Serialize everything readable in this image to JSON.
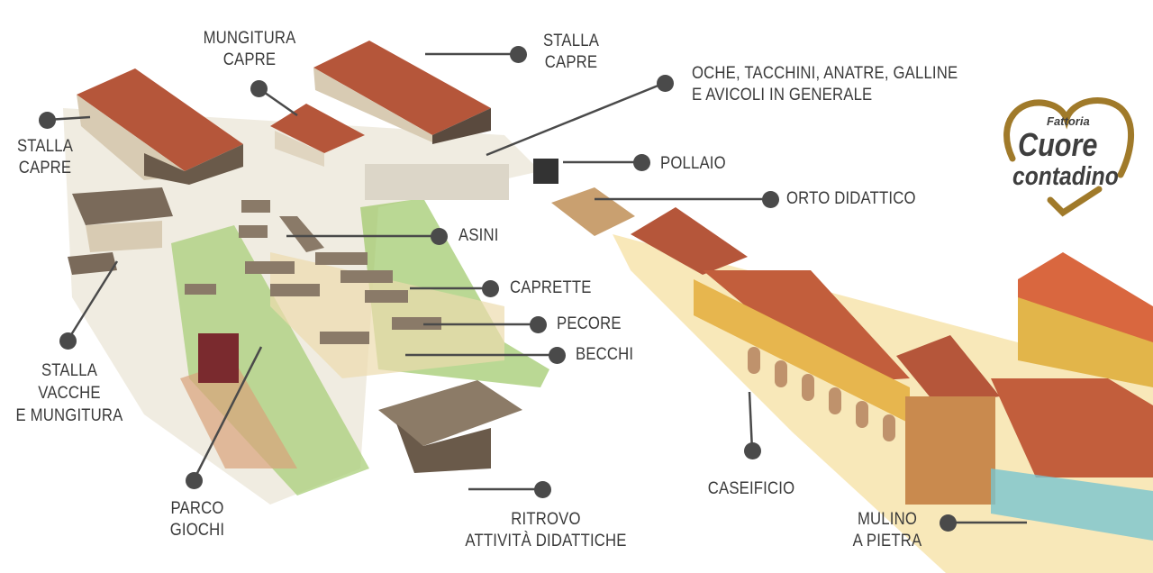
{
  "logo": {
    "line1": "Fattoria",
    "line2": "Cuore",
    "line3": "contadino",
    "color": "#a07a2a"
  },
  "labels": {
    "mungitura_capre": [
      "MUNGITURA",
      "CAPRE"
    ],
    "stalla_capre_top": [
      "STALLA",
      "CAPRE"
    ],
    "avicoli": [
      "OCHE, TACCHINI, ANATRE, GALLINE",
      "E AVICOLI IN GENERALE"
    ],
    "pollaio": [
      "POLLAIO"
    ],
    "orto": [
      "ORTO DIDATTICO"
    ],
    "asini": [
      "ASINI"
    ],
    "caprette": [
      "CAPRETTE"
    ],
    "pecore": [
      "PECORE"
    ],
    "becchi": [
      "BECCHI"
    ],
    "stalla_capre_left": [
      "STALLA",
      "CAPRE"
    ],
    "stalla_vacche": [
      "STALLA",
      "VACCHE",
      "E MUNGITURA"
    ],
    "parco_giochi": [
      "PARCO",
      "GIOCHI"
    ],
    "ritrovo": [
      "RITROVO",
      "ATTIVITÀ DIDATTICHE"
    ],
    "caseificio": [
      "CASEIFICIO"
    ],
    "mulino": [
      "MULINO",
      "A PIETRA"
    ]
  },
  "colors": {
    "text": "#3a3a3a",
    "marker": "#4a4a4a",
    "roof": "#b5563a",
    "wall": "#e8c268",
    "grass": "#8fbf5a"
  }
}
